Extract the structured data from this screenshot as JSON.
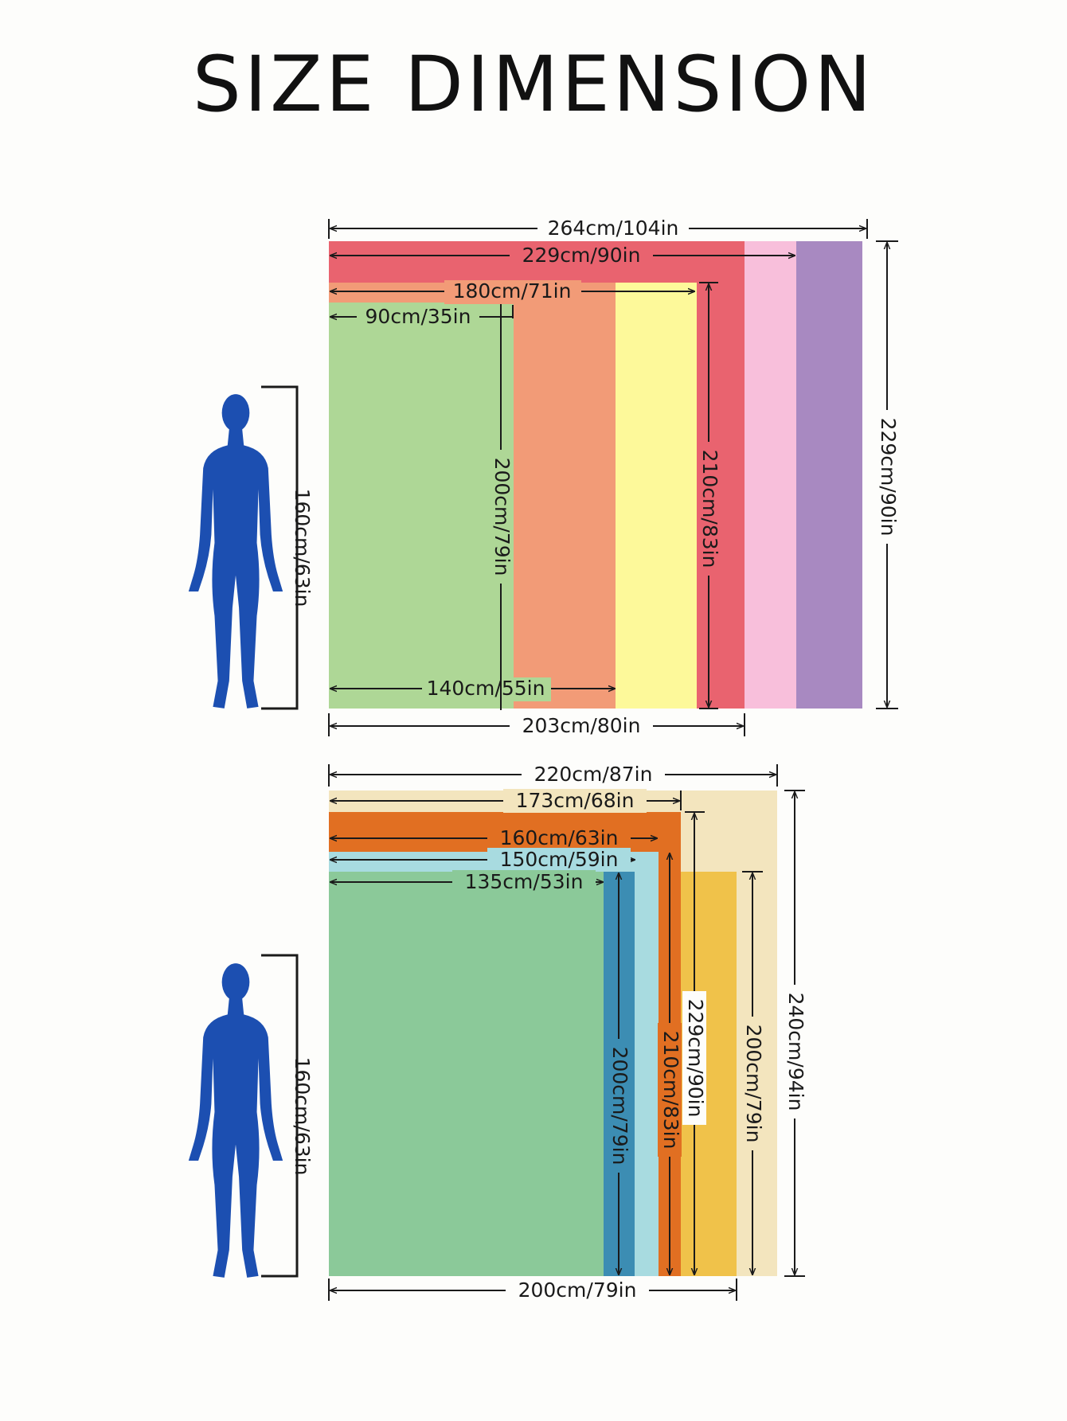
{
  "title": "SIZE DIMENSION",
  "colors": {
    "person": "#1c4fb1",
    "top": [
      "#aed796",
      "#f29b77",
      "#fdf99a",
      "#e9636f",
      "#f8bfdb",
      "#a889c1"
    ],
    "bottom": [
      "#8bc999",
      "#3c8db3",
      "#a8dbe0",
      "#e16f22",
      "#f0c24a",
      "#f3e5be"
    ]
  },
  "top_diagram": {
    "person_height": "160cm/63in",
    "w_total": "264cm/104in",
    "w_229": "229cm/90in",
    "w_180": "180cm/71in",
    "w_90": "90cm/35in",
    "w_140": "140cm/55in",
    "w_203": "203cm/80in",
    "h_200": "200cm/79in",
    "h_210": "210cm/83in",
    "h_229": "229cm/90in"
  },
  "bottom_diagram": {
    "person_height": "160cm/63in",
    "w_220": "220cm/87in",
    "w_173": "173cm/68in",
    "w_160": "160cm/63in",
    "w_150": "150cm/59in",
    "w_135": "135cm/53in",
    "w_200": "200cm/79in",
    "h_200a": "200cm/79in",
    "h_210": "210cm/83in",
    "h_229": "229cm/90in",
    "h_200b": "200cm/79in",
    "h_240": "240cm/94in"
  }
}
